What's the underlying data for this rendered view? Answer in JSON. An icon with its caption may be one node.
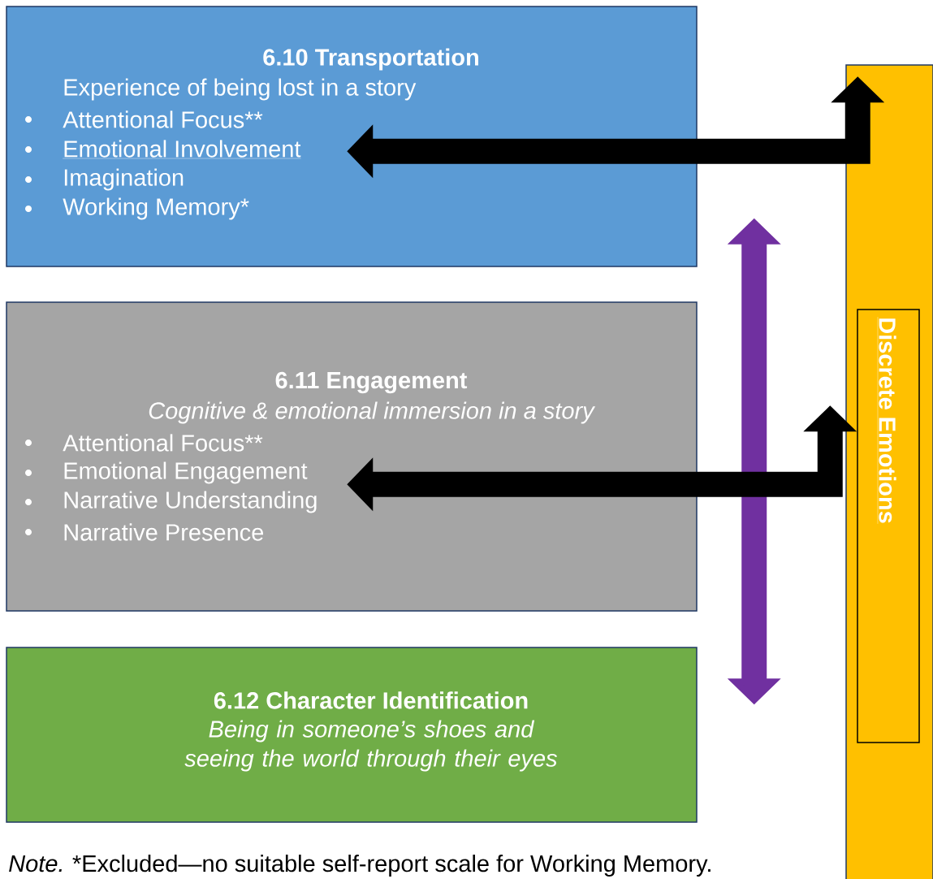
{
  "diagram": {
    "nodes": [
      {
        "text": [
          "6.10 Transportation",
          "Experience of being lost in a story",
          "Attentional Focus**",
          "Emotional Involvement",
          "Imagination",
          "Working Memory*"
        ]
      },
      {
        "text": [
          "6.11 Engagement",
          "Cognitive & emotional immersion in a story",
          "Attentional Focus**",
          "Emotional Engagement",
          "Narrative Understanding",
          "Narrative Presence"
        ]
      },
      {
        "text": [
          "6.12 Character Identification",
          "Being in someone’s shoes and seeing the world through their eyes"
        ]
      },
      {
        "text": [],
        "shape": "bar"
      },
      {
        "text": [
          "Discrete Emotions"
        ],
        "in": 3
      }
    ],
    "edges": [
      {
        "from": 3,
        "to": 0,
        "arrow": "both"
      },
      {
        "from": 3,
        "to": 1,
        "arrow": "both"
      },
      {
        "from": 0,
        "to": 2,
        "arrow": "both",
        "color": "#7030a0"
      }
    ],
    "labels": [
      "Note.",
      "*Excluded—no suitable self-report scale for Working Memory."
    ]
  }
}
